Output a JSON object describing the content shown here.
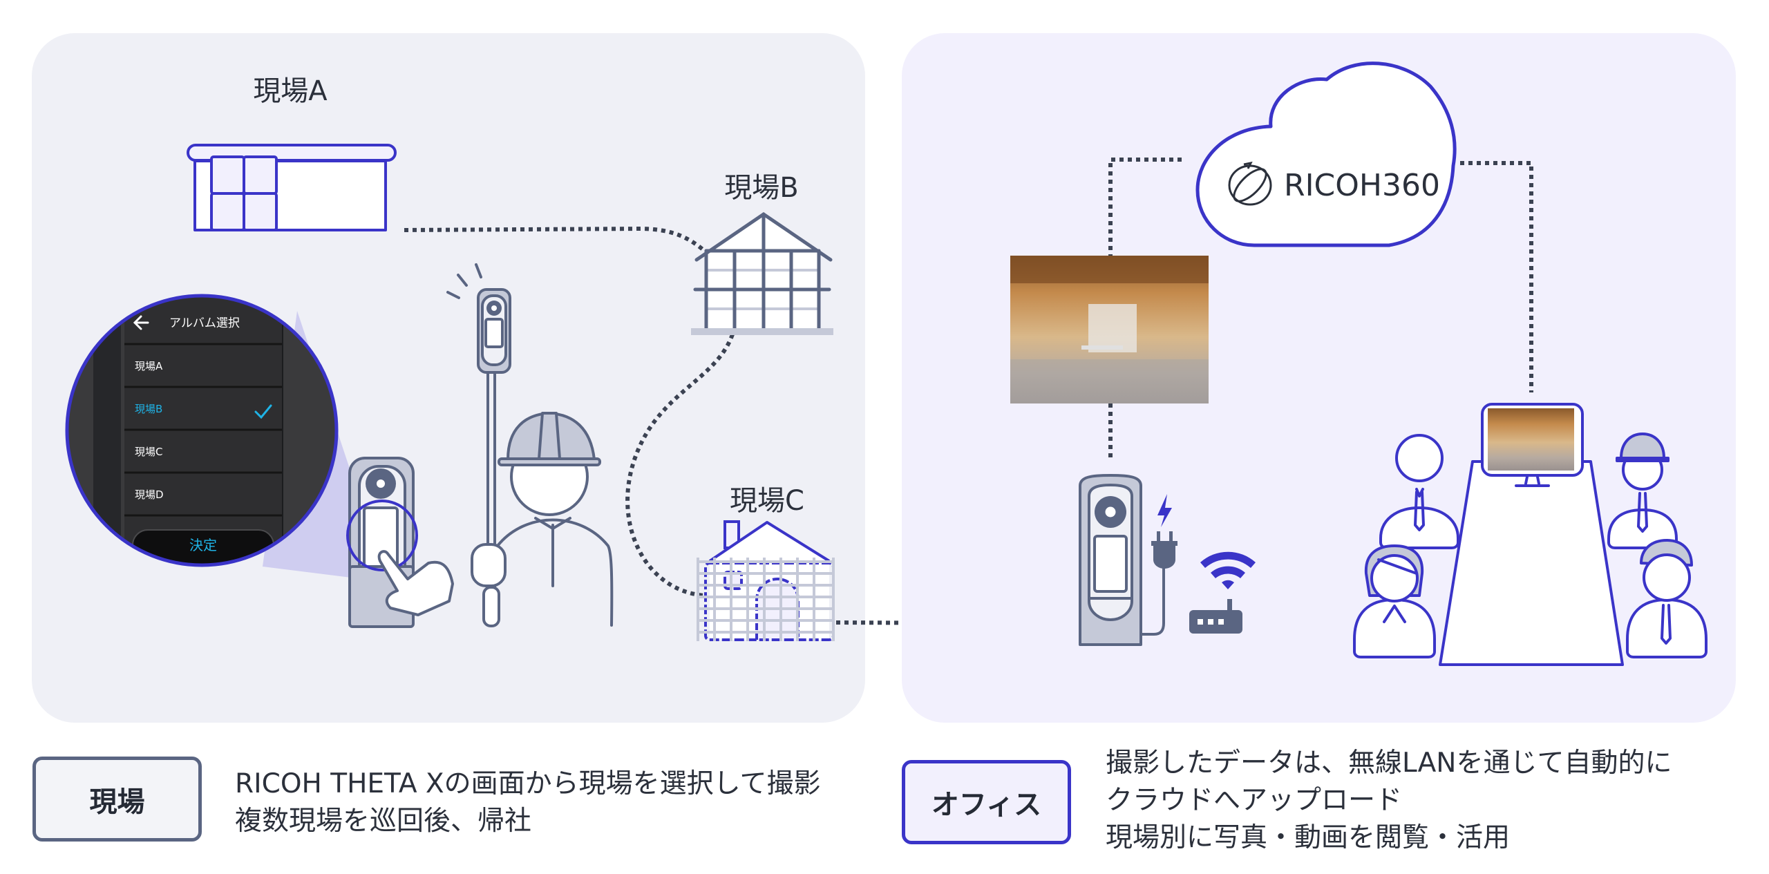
{
  "panels": {
    "site": {
      "background": "#eff0f6",
      "site_labels": [
        "現場A",
        "現場B",
        "現場C"
      ],
      "camera_screen": {
        "back_icon": "arrow-left-icon",
        "title": "アルバム選択",
        "items": [
          {
            "label": "現場A",
            "selected": false
          },
          {
            "label": "現場B",
            "selected": true
          },
          {
            "label": "現場C",
            "selected": false
          },
          {
            "label": "現場D",
            "selected": false
          }
        ],
        "confirm_label": "決定",
        "selected_color": "#1fb3e6"
      }
    },
    "office": {
      "background": "#f2f0fd",
      "cloud_brand": "RICOH360"
    }
  },
  "legend": {
    "site": {
      "badge": "現場",
      "lines": [
        "RICOH THETA Xの画面から現場を選択して撮影",
        "複数現場を巡回後、帰社"
      ]
    },
    "office": {
      "badge": "オフィス",
      "lines": [
        "撮影したデータは、無線LANを通じて自動的に",
        "クラウドへアップロード",
        "現場別に写真・動画を閲覧・活用"
      ]
    }
  },
  "colors": {
    "accent": "#3a34c8",
    "stroke": "#5a6582",
    "light_fill": "#c5c9d8",
    "dots": "#3b4252"
  }
}
